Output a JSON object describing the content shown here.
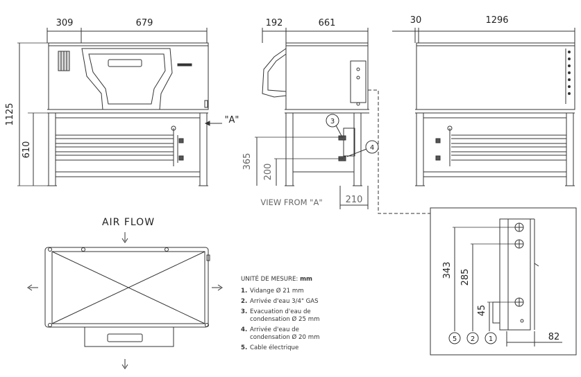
{
  "front_view": {
    "dim_top_left": "309",
    "dim_top_right": "679",
    "dim_height_total": "1125",
    "dim_height_base": "610",
    "view_marker": "\"A\""
  },
  "side_view": {
    "dim_top_left": "192",
    "dim_top_right": "661",
    "dim_height_365": "365",
    "dim_height_200": "200",
    "dim_bottom_210": "210",
    "caption": "VIEW FROM \"A\"",
    "callout_3": "3",
    "callout_4": "4"
  },
  "rear_view": {
    "dim_top_left": "30",
    "dim_top_right": "1296"
  },
  "top_view": {
    "label": "AIR FLOW"
  },
  "detail": {
    "dim_343": "343",
    "dim_285": "285",
    "dim_45": "45",
    "dim_82": "82",
    "callout_5": "5",
    "callout_2": "2",
    "callout_1": "1"
  },
  "legend": {
    "header_label": "UNITÉ DE MESURE:",
    "header_unit": "mm",
    "items": [
      {
        "num": "1.",
        "text": "Vidange Ø 21 mm"
      },
      {
        "num": "2.",
        "text": "Arrivée d'eau 3/4\" GAS"
      },
      {
        "num": "3.",
        "text": "Evacuation d'eau de\ncondensation Ø 25 mm"
      },
      {
        "num": "4.",
        "text": "Arrivée d'eau de\ncondensation Ø 20 mm"
      },
      {
        "num": "5.",
        "text": "Cable électrique"
      }
    ]
  }
}
